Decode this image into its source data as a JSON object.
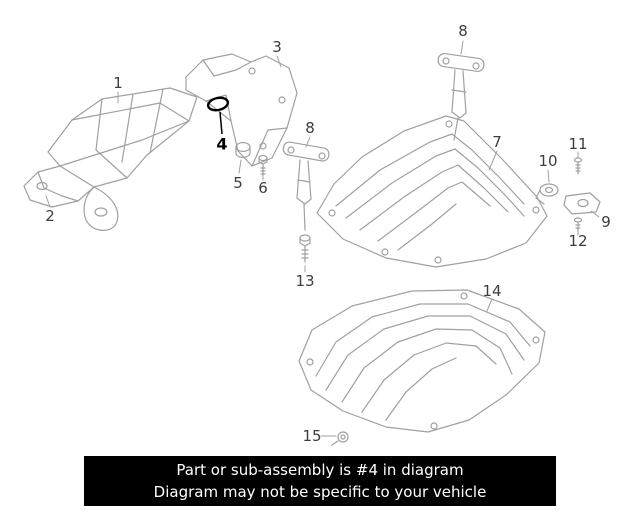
{
  "diagram": {
    "highlighted_part": "4",
    "labels": [
      {
        "part": "1",
        "text": "1"
      },
      {
        "part": "2",
        "text": "2"
      },
      {
        "part": "3",
        "text": "3"
      },
      {
        "part": "4",
        "text": "4",
        "highlighted": true
      },
      {
        "part": "5",
        "text": "5"
      },
      {
        "part": "6",
        "text": "6"
      },
      {
        "part": "8",
        "text": "8"
      },
      {
        "part": "8",
        "text": "8"
      },
      {
        "part": "7",
        "text": "7"
      },
      {
        "part": "10",
        "text": "10"
      },
      {
        "part": "11",
        "text": "11"
      },
      {
        "part": "9",
        "text": "9"
      },
      {
        "part": "12",
        "text": "12"
      },
      {
        "part": "13",
        "text": "13"
      },
      {
        "part": "14",
        "text": "14"
      },
      {
        "part": "15",
        "text": "15"
      }
    ]
  },
  "banner": {
    "line1": "Part or sub-assembly is #4 in diagram",
    "line2": "Diagram may not be specific to your vehicle"
  },
  "colors": {
    "line_art": "#a0a0a0",
    "label_text": "#3d3d3d",
    "highlight": "#000000",
    "banner_bg": "#000000",
    "banner_text": "#ffffff"
  }
}
